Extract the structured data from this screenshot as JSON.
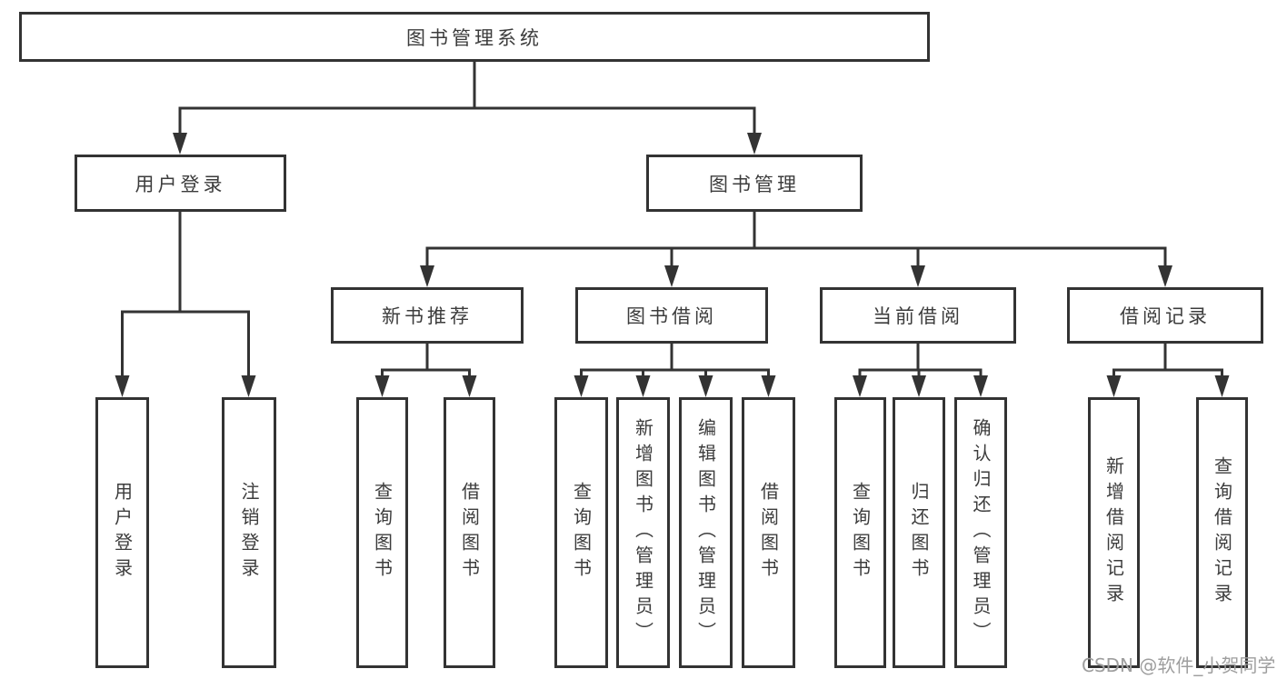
{
  "diagram_type": "hierarchy-flowchart",
  "colors": {
    "line": "#333333",
    "box_border": "#333333",
    "text": "#3c3c3c",
    "watermark": "#9e9e9e",
    "background": "#ffffff"
  },
  "tree": {
    "label": "图书管理系统",
    "children": [
      {
        "label": "用户登录",
        "children": [
          {
            "label": "用户登录"
          },
          {
            "label": "注销登录"
          }
        ]
      },
      {
        "label": "图书管理",
        "children": [
          {
            "label": "新书推荐",
            "children": [
              {
                "label": "查询图书"
              },
              {
                "label": "借阅图书"
              }
            ]
          },
          {
            "label": "图书借阅",
            "children": [
              {
                "label": "查询图书"
              },
              {
                "label": "新增图书（管理员）"
              },
              {
                "label": "编辑图书（管理员）"
              },
              {
                "label": "借阅图书"
              }
            ]
          },
          {
            "label": "当前借阅",
            "children": [
              {
                "label": "查询图书"
              },
              {
                "label": "归还图书"
              },
              {
                "label": "确认归还（管理员）"
              }
            ]
          },
          {
            "label": "借阅记录",
            "children": [
              {
                "label": "新增借阅记录"
              },
              {
                "label": "查询借阅记录"
              }
            ]
          }
        ]
      }
    ]
  },
  "watermark": "CSDN @软件_小贺同学"
}
